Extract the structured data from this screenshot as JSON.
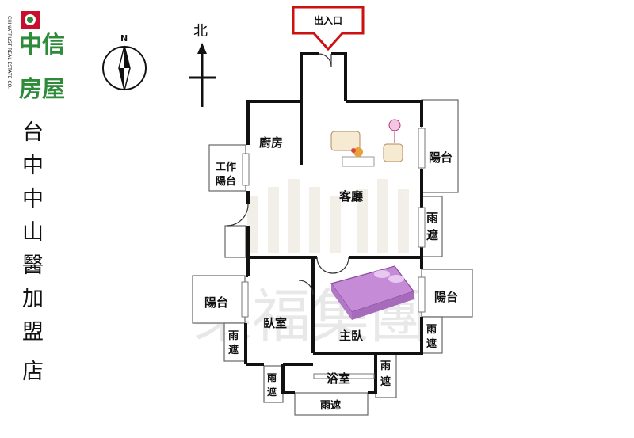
{
  "logo": {
    "brand": "中信房屋",
    "latin": "CHINATRUST REAL ESTATE CO."
  },
  "branch_name": [
    "台",
    "中",
    "中",
    "山",
    "醫",
    "加",
    "盟",
    "店"
  ],
  "compass": {
    "north_letter": "N",
    "north_char": "北"
  },
  "entrance": {
    "label": "出入口"
  },
  "rooms": {
    "kitchen": "廚房",
    "work_balcony_1": "工作",
    "work_balcony_2": "陽台",
    "living_room": "客廳",
    "balcony_east": "陽台",
    "canopy_east_1": "雨",
    "canopy_east_2": "遮",
    "balcony_west": "陽台",
    "canopy_west_1": "雨",
    "canopy_west_2": "遮",
    "bedroom": "臥室",
    "master_bedroom": "主臥",
    "balcony_se": "陽台",
    "canopy_se_1": "雨",
    "canopy_se_2": "遮",
    "bathroom": "浴室",
    "canopy_sw_1": "雨",
    "canopy_sw_2": "遮",
    "canopy_s2_1": "雨",
    "canopy_s2_2": "遮",
    "canopy_bottom": "雨遮"
  },
  "watermark": {
    "text": "樂福集團"
  },
  "colors": {
    "brand_green": "#2e8b3a",
    "brand_red": "#c8102e",
    "entrance_red": "#cc1111",
    "bed_purple": "#c58bd6",
    "wall": "#111111"
  }
}
